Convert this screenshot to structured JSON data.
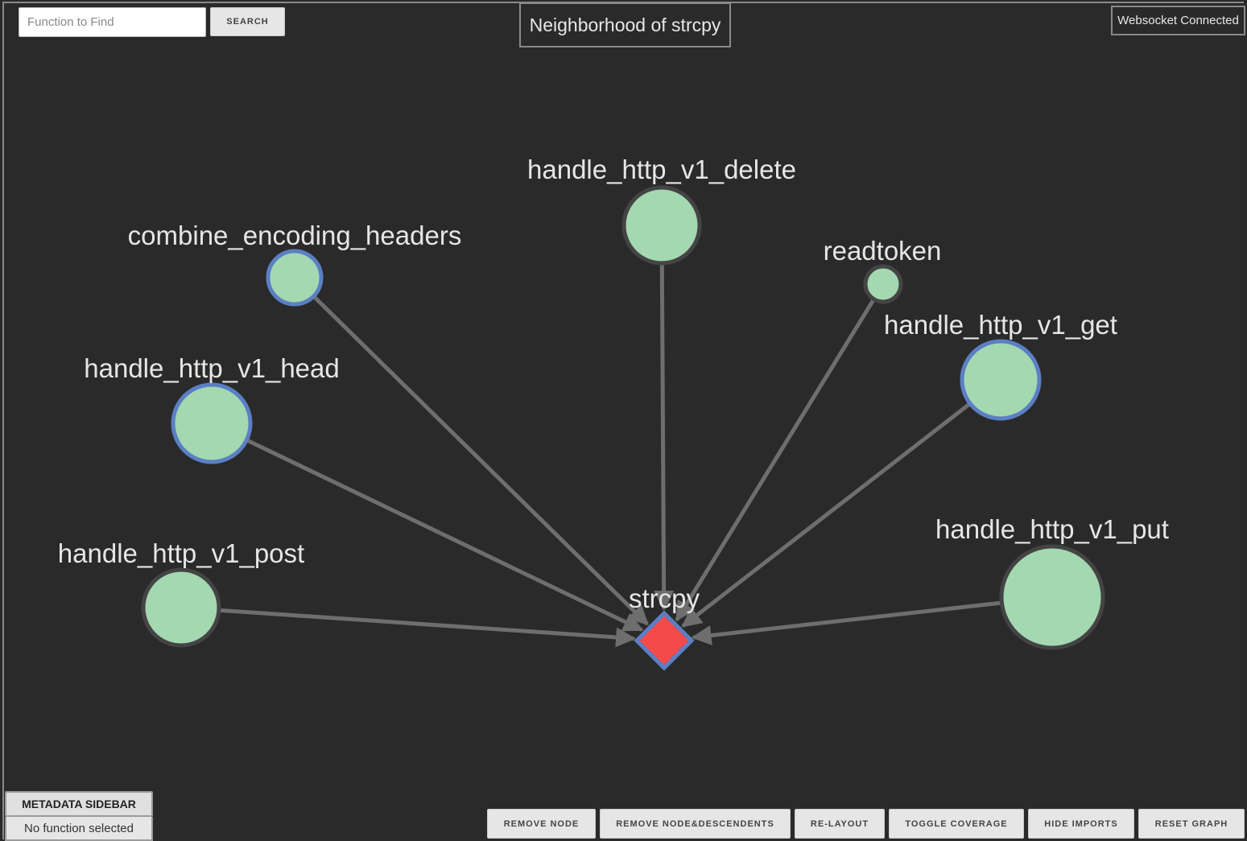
{
  "search": {
    "placeholder": "Function to Find",
    "value": "",
    "button_label": "SEARCH"
  },
  "graph_title": "Neighborhood of strcpy",
  "websocket_status": "Websocket Connected",
  "colors": {
    "background": "#2a2a2a",
    "node_fill": "#a3d8b1",
    "node_border_default": "#444444",
    "node_border_selected": "#5b7fc4",
    "target_fill": "#f44a4a",
    "edge": "#6e6e6e"
  },
  "graph": {
    "target": {
      "label": "strcpy",
      "shape": "diamond"
    },
    "nodes": [
      {
        "label": "handle_http_v1_delete",
        "border": "default"
      },
      {
        "label": "combine_encoding_headers",
        "border": "selected"
      },
      {
        "label": "readtoken",
        "border": "default"
      },
      {
        "label": "handle_http_v1_get",
        "border": "selected"
      },
      {
        "label": "handle_http_v1_head",
        "border": "selected"
      },
      {
        "label": "handle_http_v1_put",
        "border": "default"
      },
      {
        "label": "handle_http_v1_post",
        "border": "default"
      }
    ]
  },
  "sidebar": {
    "button_label": "METADATA SIDEBAR",
    "status": "No function selected"
  },
  "toolbar": {
    "remove_node": "REMOVE NODE",
    "remove_node_descendents": "REMOVE NODE&DESCENDENTS",
    "relayout": "RE-LAYOUT",
    "toggle_coverage": "TOGGLE COVERAGE",
    "hide_imports": "HIDE IMPORTS",
    "reset_graph": "RESET GRAPH"
  }
}
